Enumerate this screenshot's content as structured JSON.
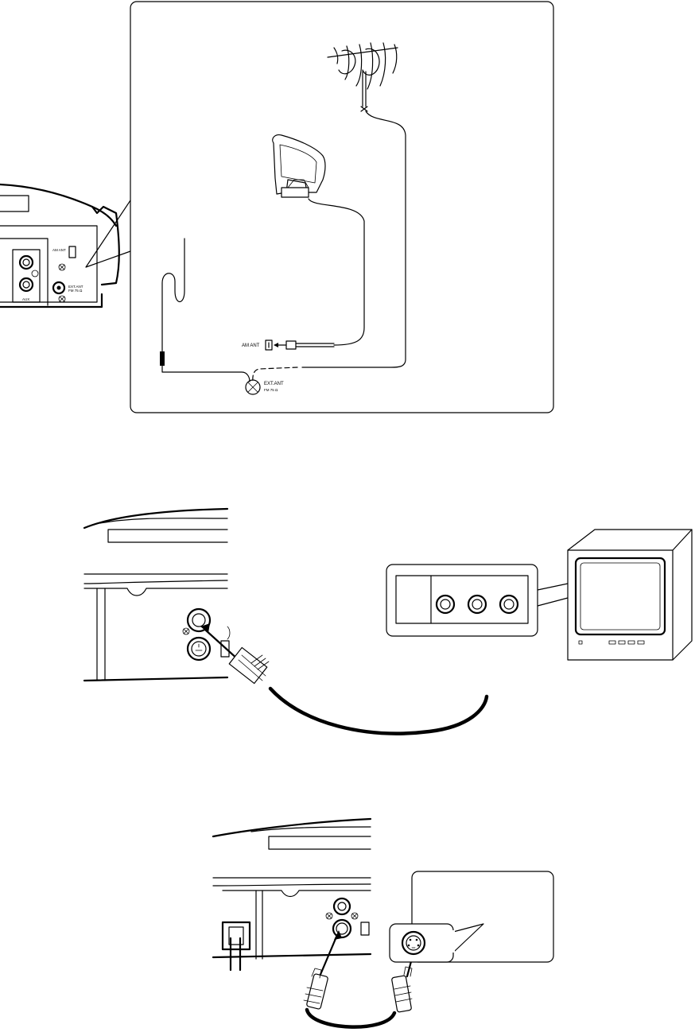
{
  "antenna_diagram": {
    "inset_labels": {
      "am_ant": "AM ANT",
      "ext_ant": "EXT.ANT",
      "fm_ohm": "FM 75 Ω",
      "aux": "AUX"
    },
    "main_labels": {
      "am_ant": "AM ANT",
      "ext_ant": "EXT.ANT",
      "fm_ohm": "FM 75 Ω"
    }
  }
}
